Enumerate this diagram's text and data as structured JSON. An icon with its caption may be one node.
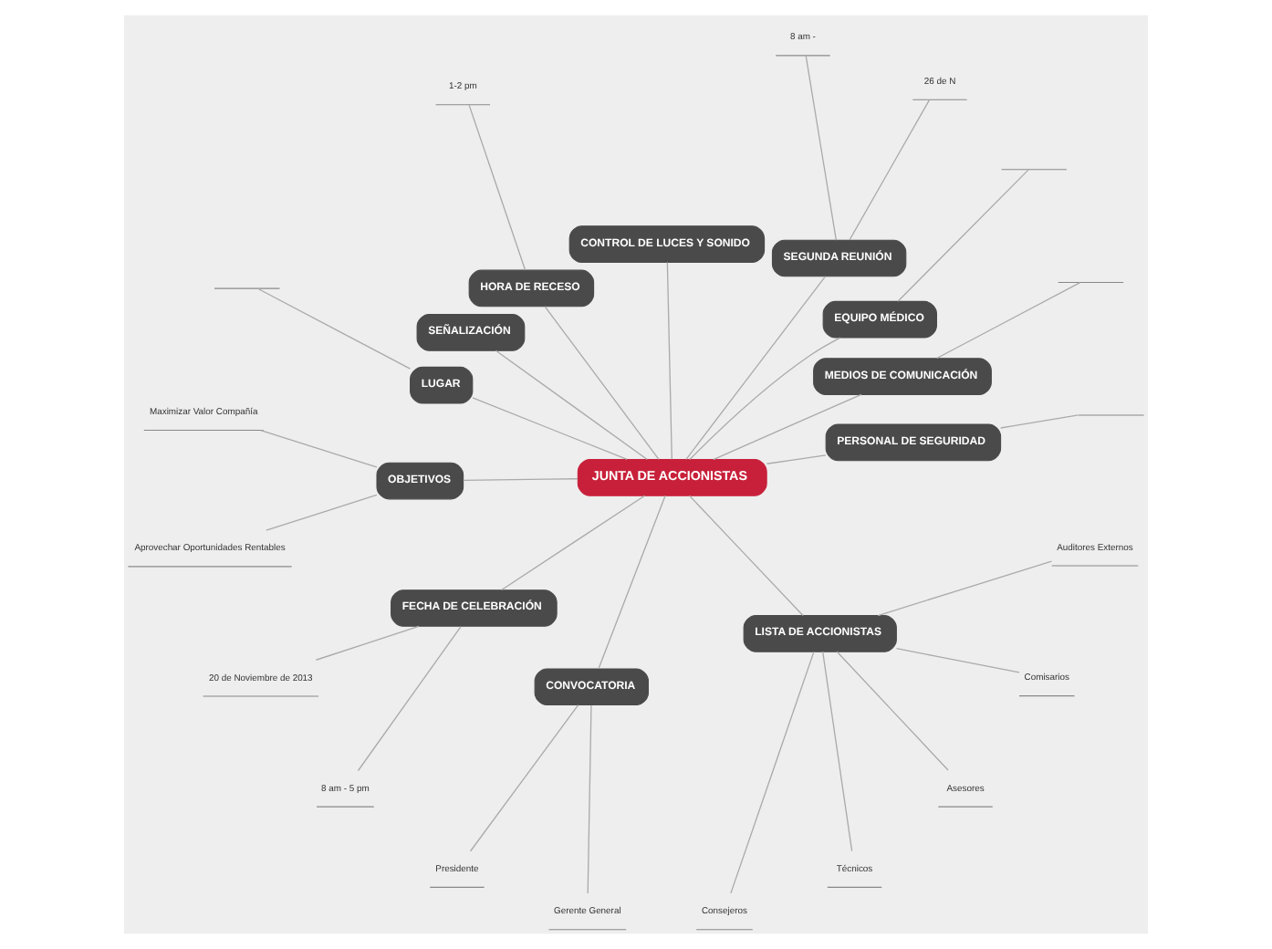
{
  "diagram": {
    "nodes": [
      {
        "text": [
          "JUNTA DE ACCIONISTAS"
        ]
      },
      {
        "text": [
          "PERSONAL DE SEGURIDAD"
        ]
      },
      {
        "text": [],
        "shape": "line"
      },
      {
        "text": [
          "MEDIOS DE COMUNICACIÓN"
        ]
      },
      {
        "text": [],
        "shape": "line"
      },
      {
        "text": [
          "EQUIPO MÉDICO"
        ]
      },
      {
        "text": [],
        "shape": "line"
      },
      {
        "text": [
          "SEGUNDA REUNIÓN"
        ]
      },
      {
        "text": [
          "26 de N"
        ]
      },
      {
        "text": [
          "8 am -"
        ]
      },
      {
        "text": [
          "CONTROL DE LUCES Y SONIDO"
        ]
      },
      {
        "text": [
          "HORA DE RECESO"
        ]
      },
      {
        "text": [
          "1-2 pm"
        ]
      },
      {
        "text": [
          "SEÑALIZACIÓN"
        ]
      },
      {
        "text": [
          "LUGAR"
        ]
      },
      {
        "text": [],
        "shape": "line"
      },
      {
        "text": [
          "OBJETIVOS"
        ]
      },
      {
        "text": [
          "Maximizar Valor Compañía"
        ]
      },
      {
        "text": [
          "Aprovechar Oportunidades Rentables"
        ]
      },
      {
        "text": [
          "FECHA DE CELEBRACIÓN"
        ]
      },
      {
        "text": [
          "20 de Noviembre de 2013"
        ]
      },
      {
        "text": [
          "8 am - 5 pm"
        ]
      },
      {
        "text": [
          "CONVOCATORIA"
        ]
      },
      {
        "text": [
          "Presidente"
        ]
      },
      {
        "text": [
          "Gerente General"
        ]
      },
      {
        "text": [
          "LISTA DE ACCIONISTAS"
        ]
      },
      {
        "text": [
          "Consejeros"
        ]
      },
      {
        "text": [
          "Técnicos"
        ]
      },
      {
        "text": [
          "Asesores"
        ]
      },
      {
        "text": [
          "Comisarios"
        ]
      },
      {
        "text": [
          "Auditores Externos"
        ]
      }
    ],
    "edges": [
      {
        "from": 0,
        "to": 1,
        "arrow": "none"
      },
      {
        "from": 1,
        "to": 2,
        "arrow": "none"
      },
      {
        "from": 0,
        "to": 3,
        "arrow": "none"
      },
      {
        "from": 3,
        "to": 4,
        "arrow": "none"
      },
      {
        "from": 0,
        "to": 5,
        "arrow": "none"
      },
      {
        "from": 5,
        "to": 6,
        "arrow": "none"
      },
      {
        "from": 0,
        "to": 7,
        "arrow": "none"
      },
      {
        "from": 7,
        "to": 8,
        "arrow": "none"
      },
      {
        "from": 7,
        "to": 9,
        "arrow": "none"
      },
      {
        "from": 0,
        "to": 10,
        "arrow": "none"
      },
      {
        "from": 0,
        "to": 11,
        "arrow": "none"
      },
      {
        "from": 11,
        "to": 12,
        "arrow": "none"
      },
      {
        "from": 0,
        "to": 13,
        "arrow": "none"
      },
      {
        "from": 0,
        "to": 14,
        "arrow": "none"
      },
      {
        "from": 14,
        "to": 15,
        "arrow": "none"
      },
      {
        "from": 0,
        "to": 16,
        "arrow": "none"
      },
      {
        "from": 16,
        "to": 17,
        "arrow": "none"
      },
      {
        "from": 16,
        "to": 18,
        "arrow": "none"
      },
      {
        "from": 0,
        "to": 19,
        "arrow": "none"
      },
      {
        "from": 19,
        "to": 20,
        "arrow": "none"
      },
      {
        "from": 19,
        "to": 21,
        "arrow": "none"
      },
      {
        "from": 0,
        "to": 22,
        "arrow": "none"
      },
      {
        "from": 22,
        "to": 23,
        "arrow": "none"
      },
      {
        "from": 22,
        "to": 24,
        "arrow": "none"
      },
      {
        "from": 0,
        "to": 25,
        "arrow": "none"
      },
      {
        "from": 25,
        "to": 26,
        "arrow": "none"
      },
      {
        "from": 25,
        "to": 27,
        "arrow": "none"
      },
      {
        "from": 25,
        "to": 28,
        "arrow": "none"
      },
      {
        "from": 25,
        "to": 29,
        "arrow": "none"
      },
      {
        "from": 25,
        "to": 30,
        "arrow": "none"
      }
    ]
  }
}
